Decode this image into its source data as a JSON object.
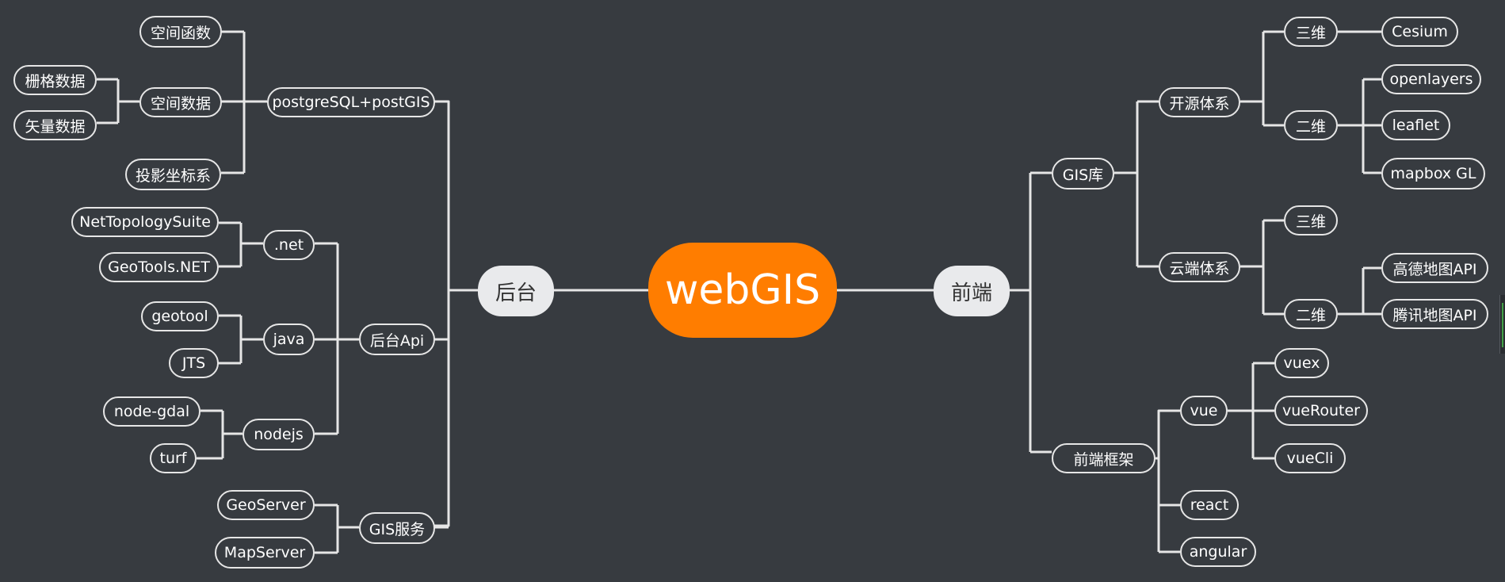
{
  "root": "webGIS",
  "branches": {
    "backend": "后台",
    "frontend": "前端"
  },
  "labels": {
    "postgresql": "postgreSQL+postGIS",
    "spatial_func": "空间函数",
    "spatial_data": "空间数据",
    "raster": "栅格数据",
    "vector": "矢量数据",
    "projection": "投影坐标系",
    "backend_api": "后台Api",
    "dotnet": ".net",
    "nts": "NetTopologySuite",
    "geotools_net": "GeoTools.NET",
    "java": "java",
    "geotool": "geotool",
    "jts": "JTS",
    "nodejs": "nodejs",
    "node_gdal": "node-gdal",
    "turf": "turf",
    "gis_service": "GIS服务",
    "geoserver": "GeoServer",
    "mapserver": "MapServer",
    "gis_lib": "GIS库",
    "open_source": "开源体系",
    "three_d_1": "三维",
    "cesium": "Cesium",
    "two_d_1": "二维",
    "openlayers": "openlayers",
    "leaflet": "leaflet",
    "mapbox": "mapbox GL",
    "cloud": "云端体系",
    "three_d_2": "三维",
    "two_d_2": "二维",
    "amap": "高德地图API",
    "tencent": "腾讯地图API",
    "fe_framework": "前端框架",
    "vue": "vue",
    "vuex": "vuex",
    "vuerouter": "vueRouter",
    "vuecli": "vueCli",
    "react": "react",
    "angular": "angular"
  }
}
